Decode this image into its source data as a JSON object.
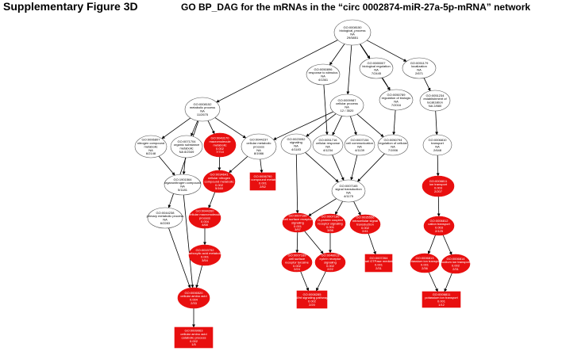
{
  "supp_title": "Supplementary Figure 3D",
  "main_title": "GO BP_DAG for the mRNAs in the “circ 0002874-miR-27a-5p-mRNA” network",
  "colors": {
    "significant": "#e80f0f",
    "normal": "#ffffff",
    "edge": "#000000"
  },
  "nodes": [
    {
      "id": "n1",
      "lines": [
        "GO:0008150",
        "biological_process",
        "NA",
        "29/5851"
      ],
      "sig": false
    },
    {
      "id": "n2",
      "lines": [
        "GO:0050896",
        "response to stimulus",
        "NA",
        "4/1361"
      ],
      "sig": false
    },
    {
      "id": "n3",
      "lines": [
        "GO:0065007",
        "biological regulation",
        "NA",
        "7/2445"
      ],
      "sig": false
    },
    {
      "id": "n4",
      "lines": [
        "GO:0051179",
        "localization",
        "NA",
        "2/671"
      ],
      "sig": false
    },
    {
      "id": "n5",
      "lines": [
        "GO:0008152",
        "metabolic process",
        "NA",
        "11/2675"
      ],
      "sig": false
    },
    {
      "id": "n6",
      "lines": [
        "GO:0009987",
        "cellular process",
        "NA",
        "12 / 3520"
      ],
      "sig": false
    },
    {
      "id": "n7",
      "lines": [
        "GO:0050789",
        "regulation of biologic",
        "NA",
        "7/2016"
      ],
      "sig": false
    },
    {
      "id": "n8",
      "lines": [
        "GO:0051234",
        "establishment of",
        "localization",
        "NA 2/880"
      ],
      "sig": false
    },
    {
      "id": "n9",
      "lines": [
        "GO:0006807",
        "nitrogen compound",
        "metabolic",
        "NA",
        "6/2148"
      ],
      "sig": false
    },
    {
      "id": "n10",
      "lines": [
        "GO:0071704",
        "organic substance",
        "metabolic",
        "NA 8/2349"
      ],
      "sig": false
    },
    {
      "id": "n11",
      "lines": [
        "GO:0043170",
        "macromolecule",
        "metabolic",
        "0.002",
        "7/710"
      ],
      "sig": true
    },
    {
      "id": "n12",
      "lines": [
        "GO:0044237",
        "cellular metabolic",
        "process",
        "NA",
        "8/1986"
      ],
      "sig": false
    },
    {
      "id": "n13",
      "lines": [
        "GO:0023052",
        "signaling",
        "NA",
        "4/1183"
      ],
      "sig": false
    },
    {
      "id": "n14",
      "lines": [
        "GO:0051716",
        "cellular response",
        "NA",
        "4/1234"
      ],
      "sig": false
    },
    {
      "id": "n15",
      "lines": [
        "GO:0007154",
        "cell communication",
        "NA",
        "4/1139"
      ],
      "sig": false
    },
    {
      "id": "n16",
      "lines": [
        "GO:0050794",
        "regulation of cellular",
        "NA",
        "7/1906"
      ],
      "sig": false
    },
    {
      "id": "n17",
      "lines": [
        "GO:0006810",
        "transport",
        "NA",
        "2/648"
      ],
      "sig": false
    },
    {
      "id": "n18",
      "lines": [
        "GO:1901564",
        "organonitrogen compound",
        "NA",
        "5/1181"
      ],
      "sig": false
    },
    {
      "id": "n19",
      "lines": [
        "GO:0034641",
        "cellular nitrogen",
        "compound metabolic",
        "0.002",
        "5/160"
      ],
      "sig": true
    },
    {
      "id": "n20",
      "lines": [
        "GO:0006790",
        "sulfur compound metabolism",
        "0.001",
        "2/52"
      ],
      "sig": true
    },
    {
      "id": "n21",
      "lines": [
        "GO:0007165",
        "signal transduction",
        "NA",
        "4/1175"
      ],
      "sig": false
    },
    {
      "id": "n22",
      "lines": [
        "GO:0006811",
        "ion transport",
        "0.003",
        "2/207"
      ],
      "sig": true
    },
    {
      "id": "n23",
      "lines": [
        "GO:0044238",
        "primary metabolic process",
        "NA",
        "6/2283"
      ],
      "sig": false
    },
    {
      "id": "n24",
      "lines": [
        "GO:0044260",
        "cellular macromolecule",
        "process",
        "0.004",
        "4/68"
      ],
      "sig": true
    },
    {
      "id": "n25",
      "lines": [
        "GO:0007166",
        "cell surface receptor",
        "signaling",
        "0.001",
        "3/97"
      ],
      "sig": true
    },
    {
      "id": "n26",
      "lines": [
        "GO:0007186",
        "G-protein coupled",
        "receptor signaling",
        "0.001",
        "3/98"
      ],
      "sig": true
    },
    {
      "id": "n27",
      "lines": [
        "GO:0035556",
        "intracellular signal",
        "transduction",
        "0.002",
        "2/41"
      ],
      "sig": true
    },
    {
      "id": "n28",
      "lines": [
        "GO:0006812",
        "cation transport",
        "0.003",
        "2/125"
      ],
      "sig": true
    },
    {
      "id": "n29",
      "lines": [
        "GO:0019752",
        "carboxylic acid metabolic",
        "0.001",
        "3/54"
      ],
      "sig": true
    },
    {
      "id": "n30",
      "lines": [
        "GO:0007169",
        "cell surface",
        "receptor tyrosine",
        "0.002",
        "2/24"
      ],
      "sig": true
    },
    {
      "id": "n31",
      "lines": [
        "GO:0048013",
        "ephrin receptor",
        "signaling",
        "0.002",
        "2/22"
      ],
      "sig": true
    },
    {
      "id": "n32",
      "lines": [
        "GO:0007264",
        "small GTPase mediated",
        "0.001",
        "2/31"
      ],
      "sig": true
    },
    {
      "id": "n33",
      "lines": [
        "GO:0006813",
        "potassium ion transport",
        "0.001",
        "2/36"
      ],
      "sig": true
    },
    {
      "id": "n34",
      "lines": [
        "GO:0006814",
        "sodium ion transport",
        "0.002",
        "2/31"
      ],
      "sig": true
    },
    {
      "id": "n35",
      "lines": [
        "GO:0006520",
        "cellular amino acid",
        "0.004",
        "2/33"
      ],
      "sig": true
    },
    {
      "id": "n36",
      "lines": [
        "GO:0008285",
        "Wnt signaling pathway",
        "0.002",
        "2/20"
      ],
      "sig": true
    },
    {
      "id": "n37",
      "lines": [
        "GO:0006811",
        "potassium ion transport",
        "0.001",
        "1/12"
      ],
      "sig": true
    },
    {
      "id": "n38",
      "lines": [
        "GO:0009063",
        "cellular amino acid",
        "catabolic process",
        "0.002",
        "1/5"
      ],
      "sig": true
    }
  ],
  "edges": [
    [
      "n1",
      "n2"
    ],
    [
      "n1",
      "n3"
    ],
    [
      "n1",
      "n4"
    ],
    [
      "n1",
      "n5"
    ],
    [
      "n1",
      "n6"
    ],
    [
      "n1",
      "n7"
    ],
    [
      "n3",
      "n7"
    ],
    [
      "n4",
      "n8"
    ],
    [
      "n8",
      "n17"
    ],
    [
      "n17",
      "n22"
    ],
    [
      "n5",
      "n9"
    ],
    [
      "n5",
      "n10"
    ],
    [
      "n5",
      "n11"
    ],
    [
      "n5",
      "n12"
    ],
    [
      "n5",
      "n23"
    ],
    [
      "n6",
      "n12"
    ],
    [
      "n6",
      "n13"
    ],
    [
      "n6",
      "n14"
    ],
    [
      "n6",
      "n15"
    ],
    [
      "n6",
      "n16"
    ],
    [
      "n2",
      "n14"
    ],
    [
      "n7",
      "n16"
    ],
    [
      "n9",
      "n18"
    ],
    [
      "n10",
      "n18"
    ],
    [
      "n11",
      "n19"
    ],
    [
      "n12",
      "n19"
    ],
    [
      "n12",
      "n20"
    ],
    [
      "n13",
      "n21"
    ],
    [
      "n14",
      "n21"
    ],
    [
      "n15",
      "n21"
    ],
    [
      "n16",
      "n21"
    ],
    [
      "n19",
      "n24"
    ],
    [
      "n24",
      "n29"
    ],
    [
      "n21",
      "n25"
    ],
    [
      "n21",
      "n26"
    ],
    [
      "n21",
      "n27"
    ],
    [
      "n13",
      "n25"
    ],
    [
      "n25",
      "n30"
    ],
    [
      "n25",
      "n31"
    ],
    [
      "n26",
      "n31"
    ],
    [
      "n27",
      "n32"
    ],
    [
      "n30",
      "n36"
    ],
    [
      "n31",
      "n36"
    ],
    [
      "n22",
      "n28"
    ],
    [
      "n28",
      "n33"
    ],
    [
      "n28",
      "n34"
    ],
    [
      "n33",
      "n37"
    ],
    [
      "n34",
      "n37"
    ],
    [
      "n18",
      "n35"
    ],
    [
      "n23",
      "n35"
    ],
    [
      "n29",
      "n35"
    ],
    [
      "n35",
      "n38"
    ]
  ]
}
